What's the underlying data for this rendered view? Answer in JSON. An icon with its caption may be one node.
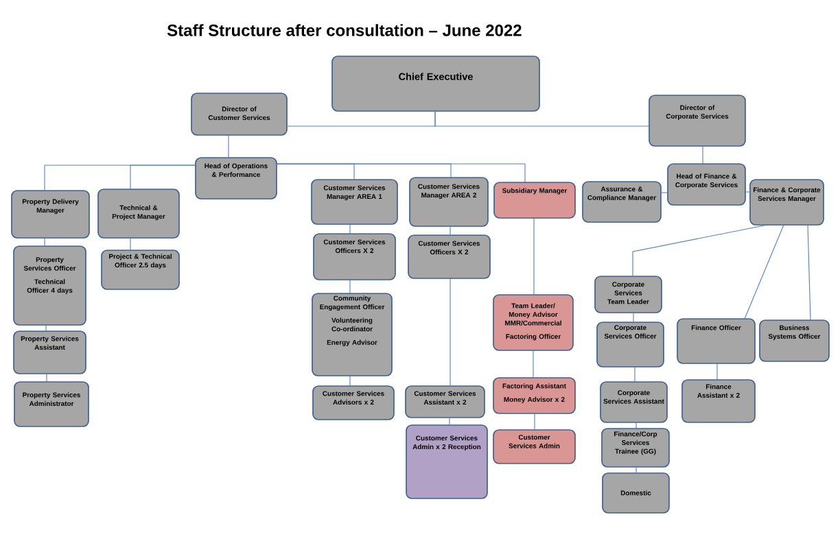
{
  "diagram": {
    "title": "Staff Structure after consultation – June 2022",
    "nodes": [
      {
        "text": [
          "Chief Executive"
        ]
      },
      {
        "text": [
          "Director of Customer Services"
        ]
      },
      {
        "text": [
          "Director of Corporate Services"
        ]
      },
      {
        "text": [
          "Head of Operations & Performance"
        ]
      },
      {
        "text": [
          "Property Delivery Manager"
        ]
      },
      {
        "text": [
          "Technical & Project Manager"
        ]
      },
      {
        "text": [
          "Property Services Officer",
          "Technical Officer 4 days"
        ]
      },
      {
        "text": [
          "Property Services Assistant"
        ]
      },
      {
        "text": [
          "Property Services Administrator"
        ]
      },
      {
        "text": [
          "Project & Technical Officer 2.5 days"
        ]
      },
      {
        "text": [
          "Customer Services Manager AREA 1"
        ]
      },
      {
        "text": [
          "Customer Services Officers X 2"
        ]
      },
      {
        "text": [
          "Community Engagement Officer",
          "Volunteering Co-ordinator",
          "Energy Advisor"
        ]
      },
      {
        "text": [
          "Customer Services Advisors x 2"
        ]
      },
      {
        "text": [
          "Customer Services Manager AREA 2"
        ]
      },
      {
        "text": [
          "Customer Services Officers X 2"
        ]
      },
      {
        "text": [
          "Customer Services Assistant x 2"
        ]
      },
      {
        "text": [
          "Customer Services Admin x 2 Reception"
        ]
      },
      {
        "text": [
          "Subsidiary Manager"
        ]
      },
      {
        "text": [
          "Team Leader/ Money Advisor MMR/Commercial",
          "Factoring Officer"
        ]
      },
      {
        "text": [
          "Factoring Assistant",
          "Money Advisor x 2"
        ]
      },
      {
        "text": [
          "Customer Services Admin"
        ]
      },
      {
        "text": [
          "Head of Finance & Corporate Services"
        ]
      },
      {
        "text": [
          "Assurance & Compliance Manager"
        ]
      },
      {
        "text": [
          "Finance & Corporate Services Manager"
        ]
      },
      {
        "text": [
          "Corporate Services Team Leader"
        ]
      },
      {
        "text": [
          "Corporate Services Officer"
        ]
      },
      {
        "text": [
          "Finance Officer"
        ]
      },
      {
        "text": [
          "Business Systems Officer"
        ]
      },
      {
        "text": [
          "Corporate Services Assistant"
        ]
      },
      {
        "text": [
          "Finance/Corp Services Trainee (GG)"
        ]
      },
      {
        "text": [
          "Domestic"
        ]
      },
      {
        "text": [
          "Finance Assistant x 2"
        ]
      }
    ],
    "edges": [
      {
        "from": 0,
        "to": 1,
        "arrow": "none"
      },
      {
        "from": 0,
        "to": 2,
        "arrow": "none"
      },
      {
        "from": 1,
        "to": 3,
        "arrow": "none"
      },
      {
        "from": 3,
        "to": 4,
        "arrow": "none"
      },
      {
        "from": 3,
        "to": 5,
        "arrow": "none"
      },
      {
        "from": 3,
        "to": 10,
        "arrow": "none"
      },
      {
        "from": 3,
        "to": 14,
        "arrow": "none"
      },
      {
        "from": 3,
        "to": 18,
        "arrow": "none"
      },
      {
        "from": 4,
        "to": 6,
        "arrow": "none"
      },
      {
        "from": 6,
        "to": 7,
        "arrow": "none"
      },
      {
        "from": 7,
        "to": 8,
        "arrow": "none"
      },
      {
        "from": 5,
        "to": 9,
        "arrow": "none"
      },
      {
        "from": 10,
        "to": 11,
        "arrow": "none"
      },
      {
        "from": 11,
        "to": 12,
        "arrow": "none"
      },
      {
        "from": 12,
        "to": 13,
        "arrow": "none"
      },
      {
        "from": 14,
        "to": 15,
        "arrow": "none"
      },
      {
        "from": 15,
        "to": 16,
        "arrow": "none"
      },
      {
        "from": 16,
        "to": 17,
        "arrow": "none"
      },
      {
        "from": 18,
        "to": 19,
        "arrow": "none"
      },
      {
        "from": 19,
        "to": 20,
        "arrow": "none"
      },
      {
        "from": 20,
        "to": 21,
        "arrow": "none"
      },
      {
        "from": 2,
        "to": 22,
        "arrow": "none"
      },
      {
        "from": 22,
        "to": 23,
        "arrow": "none"
      },
      {
        "from": 22,
        "to": 24,
        "arrow": "none"
      },
      {
        "from": 24,
        "to": 25,
        "arrow": "none"
      },
      {
        "from": 24,
        "to": 27,
        "arrow": "none"
      },
      {
        "from": 24,
        "to": 28,
        "arrow": "none"
      },
      {
        "from": 25,
        "to": 26,
        "arrow": "none"
      },
      {
        "from": 26,
        "to": 29,
        "arrow": "none"
      },
      {
        "from": 29,
        "to": 30,
        "arrow": "none"
      },
      {
        "from": 30,
        "to": 31,
        "arrow": "none"
      },
      {
        "from": 27,
        "to": 32,
        "arrow": "none"
      }
    ]
  }
}
